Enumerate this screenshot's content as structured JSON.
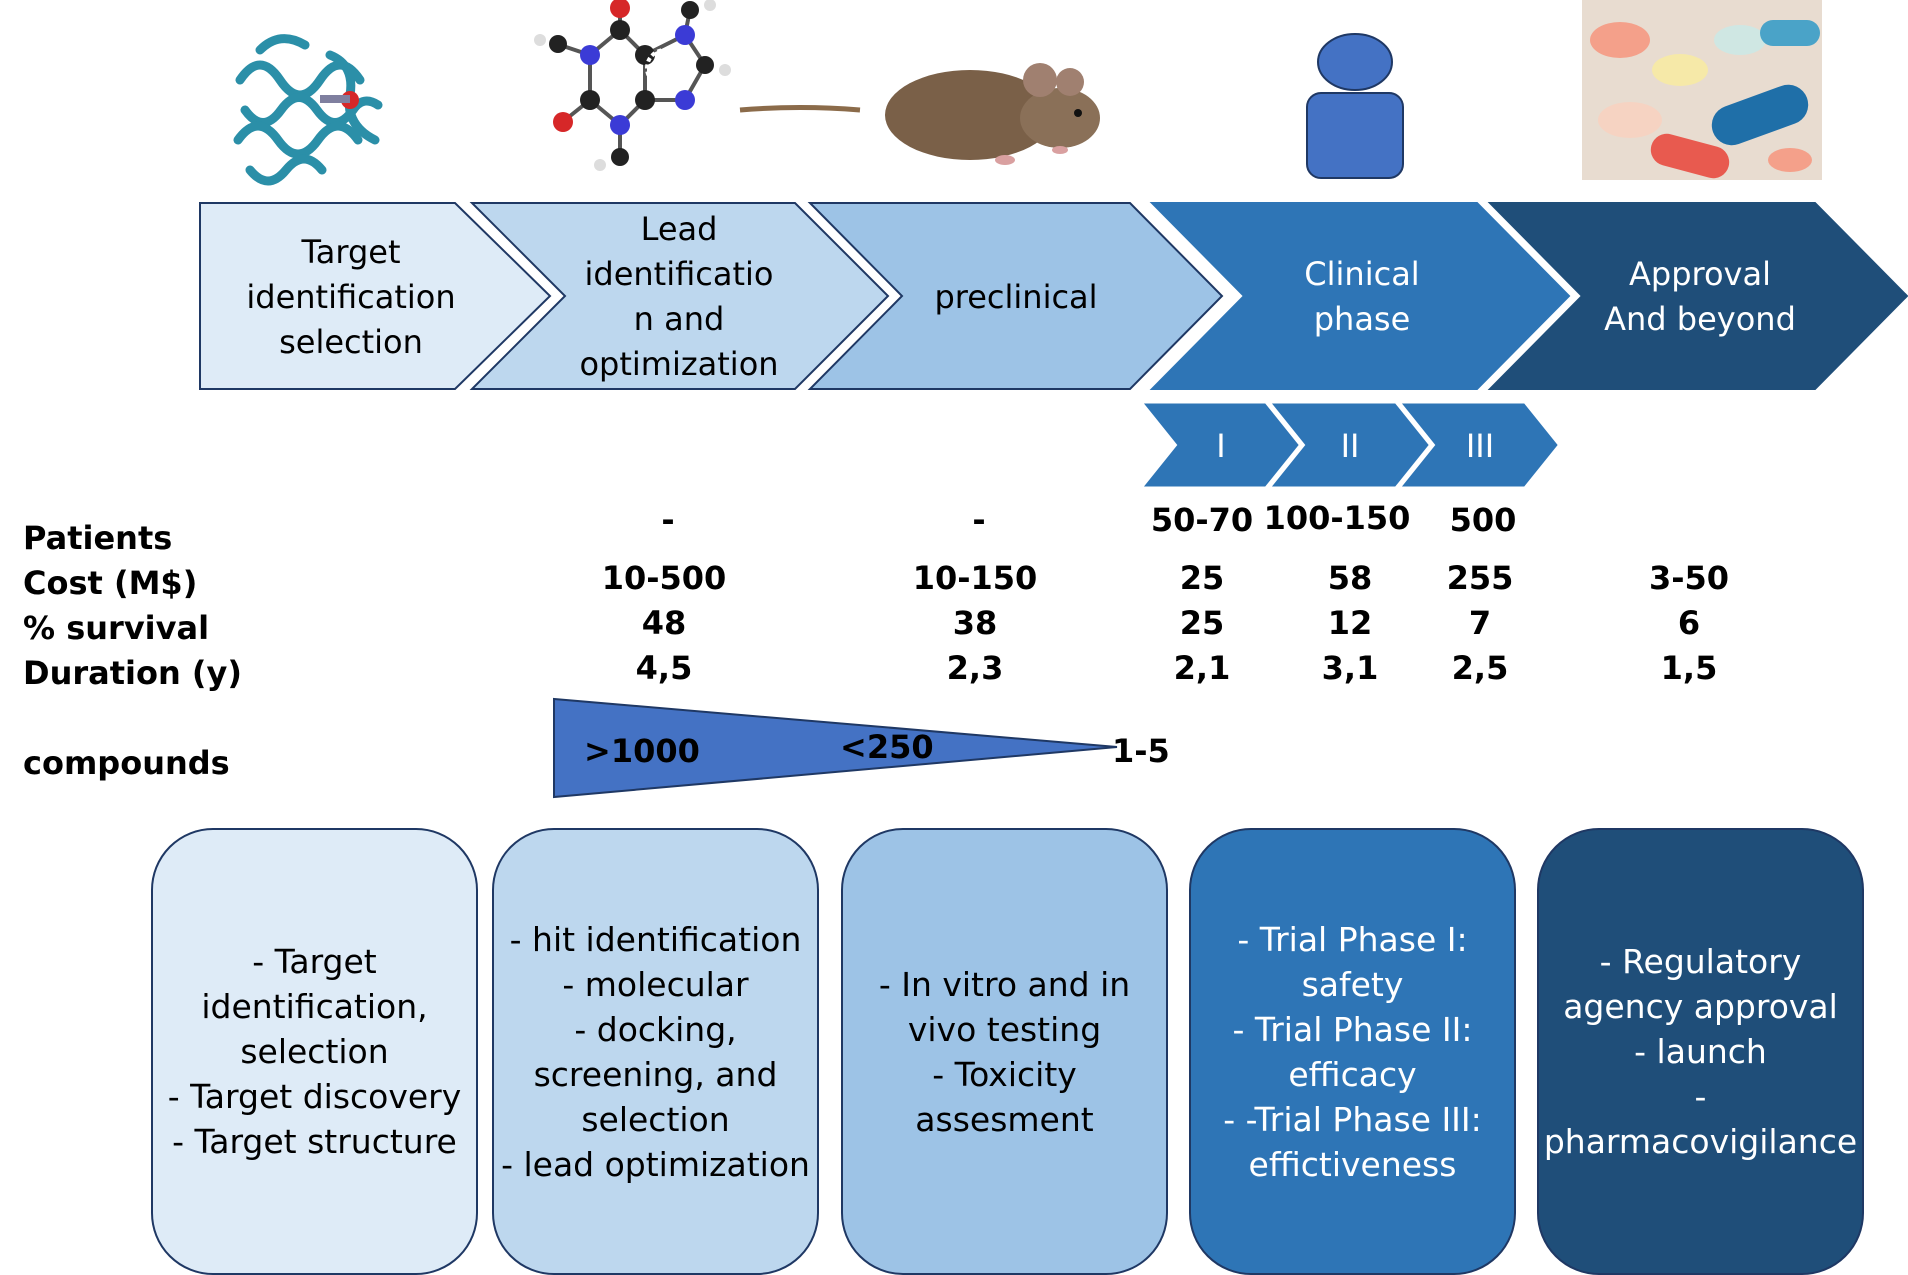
{
  "colors": {
    "stage1": "#deebf7",
    "stage2": "#bdd7ee",
    "stage3": "#9dc3e6",
    "stage4": "#2e75b6",
    "stage5": "#1f4e79",
    "outline": "#1f3864",
    "funnel": "#4472c4"
  },
  "icons": [
    "protein-structure-icon",
    "molecule-icon",
    "mouse-icon",
    "person-icon",
    "pills-icon"
  ],
  "stages": [
    {
      "lines": [
        "Target",
        "identification",
        "selection"
      ]
    },
    {
      "lines": [
        "Lead",
        "identificatio",
        "n and",
        "optimization"
      ]
    },
    {
      "lines": [
        "preclinical"
      ]
    },
    {
      "lines": [
        "Clinical",
        "phase"
      ]
    },
    {
      "lines": [
        "Approval",
        "And beyond"
      ]
    }
  ],
  "phases": [
    "I",
    "II",
    "III"
  ],
  "rows": {
    "patients": "Patients",
    "cost": "Cost (M$)",
    "survival": "% survival",
    "duration": "Duration (y)",
    "compounds": "compounds"
  },
  "values": {
    "patients": [
      "-",
      "-",
      "50-70",
      "100-150",
      "500"
    ],
    "cost": [
      "10-500",
      "10-150",
      "25",
      "58",
      "255",
      "3-50"
    ],
    "survival": [
      "48",
      "38",
      "25",
      "12",
      "7",
      "6"
    ],
    "duration": [
      "4,5",
      "2,3",
      "2,1",
      "3,1",
      "2,5",
      "1,5"
    ]
  },
  "compounds": {
    "start": ">1000",
    "mid": "<250",
    "end": "1-5"
  },
  "boxes": [
    [
      "-    Target identification, selection",
      "-    Target discovery",
      "-    Target structure"
    ],
    [
      "-    hit identification",
      "-    molecular",
      "-    docking, screening, and selection",
      "-    lead optimization"
    ],
    [
      "-    In vitro and in vivo testing",
      "-    Toxicity assesment"
    ],
    [
      "-    Trial Phase I: safety",
      "-    Trial Phase II: efficacy",
      "-    -Trial Phase III: effictiveness"
    ],
    [
      "-    Regulatory agency approval",
      "-    launch",
      "-    pharmacovigilance"
    ]
  ]
}
